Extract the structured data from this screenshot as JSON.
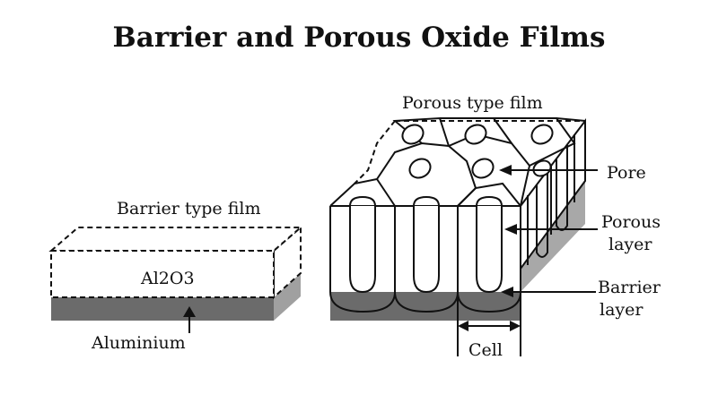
{
  "title": "Barrier and Porous Oxide Films",
  "barrier": {
    "film_label": "Barrier type film",
    "oxide_label": "Al2O3",
    "metal_label": "Aluminium"
  },
  "porous": {
    "film_label": "Porous type film",
    "pore_label": "Pore",
    "porous_layer_label_1": "Porous",
    "porous_layer_label_2": "layer",
    "barrier_layer_label_1": "Barrier",
    "barrier_layer_label_2": "layer",
    "cell_label": "Cell"
  },
  "colors": {
    "metal_front": "#6b6b6b",
    "metal_side": "#8a8a8a",
    "metal_right": "#a8a8a8",
    "line": "#111111"
  }
}
